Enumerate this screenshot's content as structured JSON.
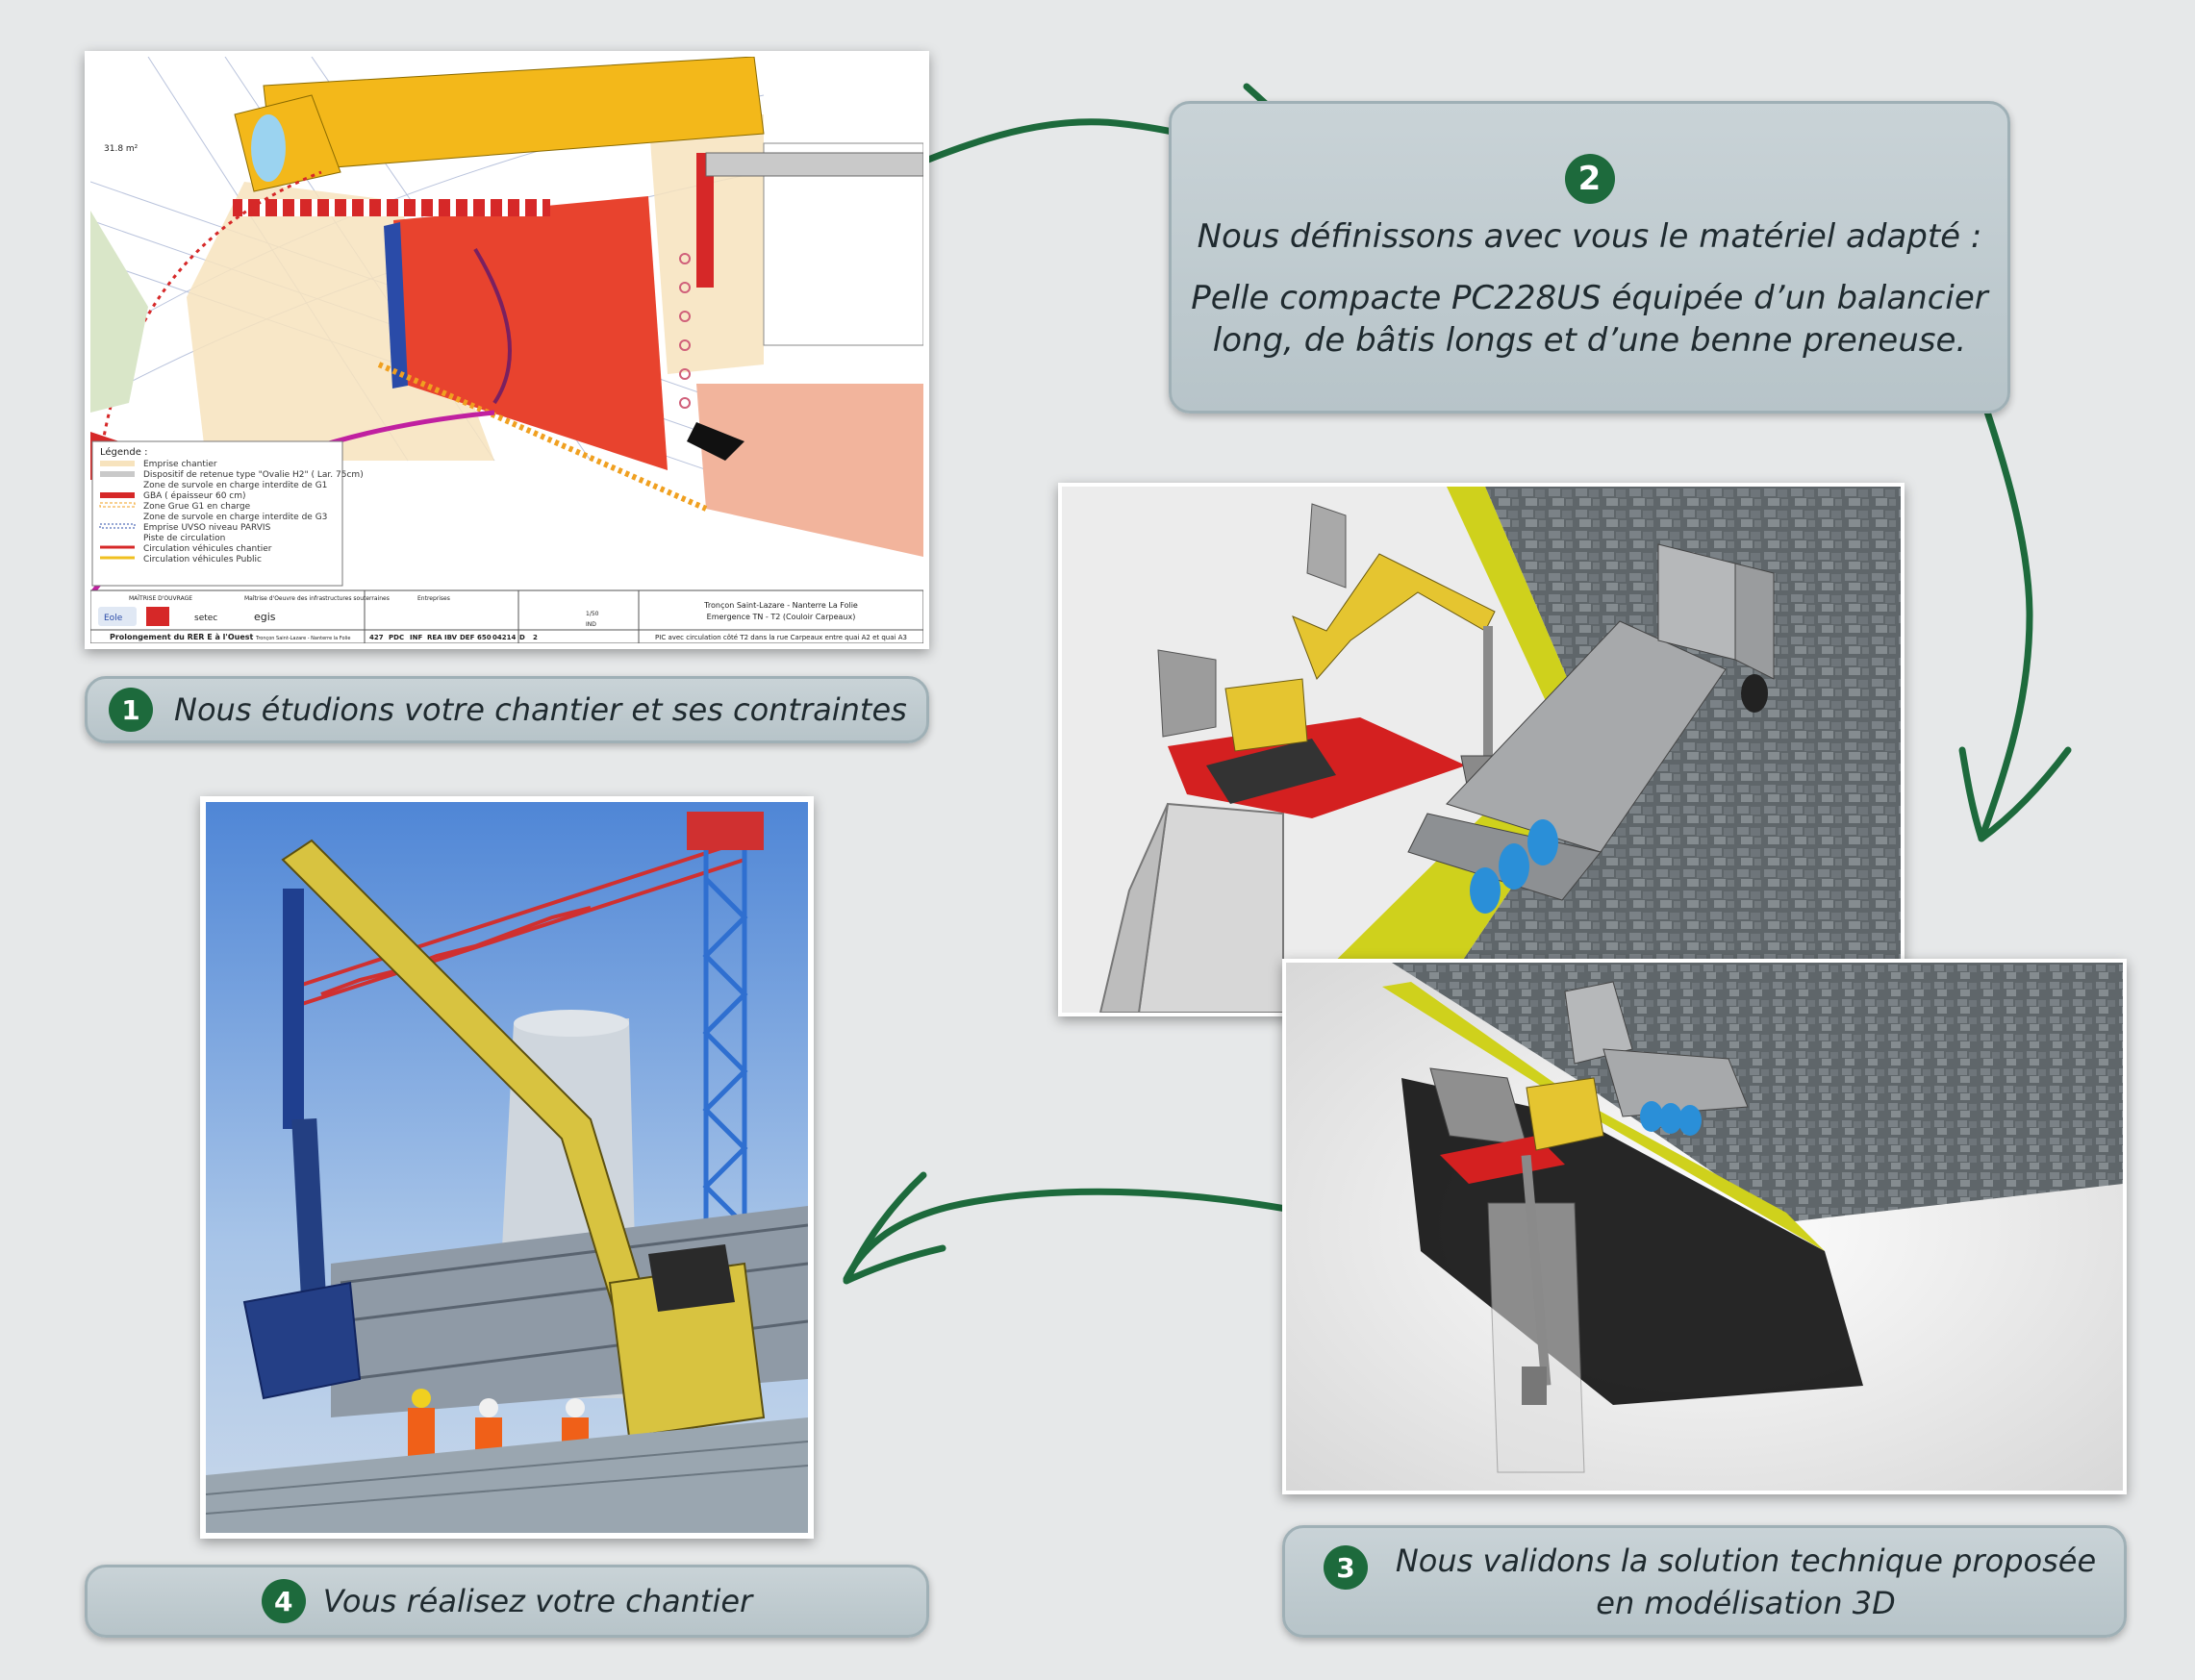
{
  "steps": [
    {
      "number": "1",
      "text": "Nous étudions votre chantier et ses contraintes"
    },
    {
      "number": "2",
      "line1": "Nous définissons avec vous le matériel adapté :",
      "line2": "Pelle compacte PC228US équipée d’un balancier",
      "line3": "long, de bâtis longs et d’une benne preneuse."
    },
    {
      "number": "3",
      "line1": "Nous validons la solution technique proposée",
      "line2": "en modélisation 3D"
    },
    {
      "number": "4",
      "text": "Vous réalisez votre chantier"
    }
  ],
  "plan": {
    "area_label": "31.8 m²",
    "legend_title": "Légende :",
    "legend_items": [
      "Emprise chantier",
      "Dispositif de retenue type \"Ovalie H2\" ( Lar. 75cm)",
      "Zone de survole en charge interdite de G1",
      "GBA ( épaisseur 60 cm)",
      "Zone Grue G1 en charge",
      "Zone de survole en charge interdite de G3",
      "Emprise UVSO niveau PARVIS",
      "Piste de circulation",
      "Circulation véhicules chantier",
      "Circulation véhicules Public"
    ],
    "title_block": {
      "maitrise_ouvrage": "MAÎTRISE D'OUVRAGE",
      "maitrise_oeuvre": "Maîtrise d'Oeuvre des infrastructures souterraines",
      "entreprises": "Entreprises",
      "eole": "Eole",
      "setec": "setec",
      "egis": "egis",
      "project": "Prolongement du RER E à l'Ouest",
      "troncon_small": "Tronçon Saint-Lazare  -  Nanterre la Folie",
      "codes": [
        "427",
        "PDC",
        "INF",
        "REA",
        "IBV",
        "DEF",
        "650",
        "04214",
        "D",
        "2"
      ],
      "ind": "IND",
      "scale": "1/50",
      "title1": "Tronçon Saint-Lazare - Nanterre La Folie",
      "title2": "Emergence TN - T2 (Couloir Carpeaux)",
      "title3": "PIC avec circulation côté T2 dans la rue Carpeaux entre quai A2 et quai A3"
    }
  },
  "colors": {
    "green": "#1d6a3c",
    "caption_bg": "#c3ced3",
    "red_zone": "#e8432e",
    "yellow_road": "#cfd11c",
    "excavator_yellow": "#e5c530"
  }
}
